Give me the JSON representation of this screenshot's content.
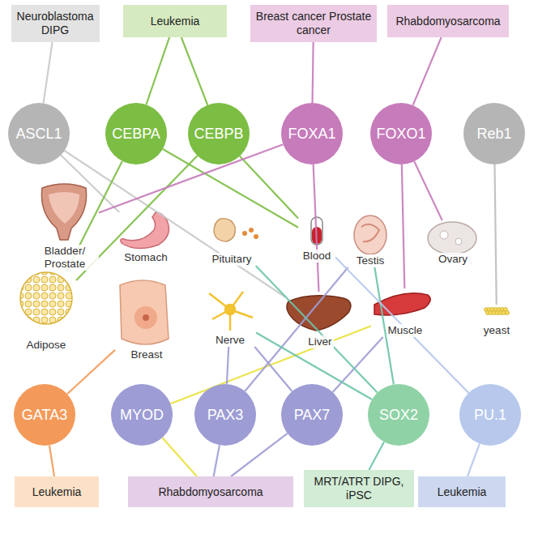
{
  "diagram": {
    "nodes": [
      {
        "text": [
          "Neuroblastoma DIPG"
        ]
      },
      {
        "text": [
          "Leukemia"
        ]
      },
      {
        "text": [
          "Breast cancer Prostate cancer"
        ]
      },
      {
        "text": [
          "Rhabdomyosarcoma"
        ]
      },
      {
        "text": [
          "ASCL1"
        ]
      },
      {
        "text": [
          "CEBPA"
        ]
      },
      {
        "text": [
          "CEBPB"
        ]
      },
      {
        "text": [
          "FOXA1"
        ]
      },
      {
        "text": [
          "FOXO1"
        ]
      },
      {
        "text": [
          "Reb1"
        ]
      },
      {
        "text": [
          "Bladder/ Prostate"
        ]
      },
      {
        "text": [
          "Stomach"
        ]
      },
      {
        "text": [
          "Pituitary"
        ]
      },
      {
        "text": [
          "Blood"
        ]
      },
      {
        "text": [
          "Testis"
        ]
      },
      {
        "text": [
          "Ovary"
        ]
      },
      {
        "text": [
          "Adipose"
        ]
      },
      {
        "text": [
          "Breast"
        ]
      },
      {
        "text": [
          "Nerve"
        ]
      },
      {
        "text": [
          "Liver"
        ]
      },
      {
        "text": [
          "Muscle"
        ]
      },
      {
        "text": [
          "yeast"
        ]
      },
      {
        "text": [
          "GATA3"
        ]
      },
      {
        "text": [
          "MYOD"
        ]
      },
      {
        "text": [
          "PAX3"
        ]
      },
      {
        "text": [
          "PAX7"
        ]
      },
      {
        "text": [
          "SOX2"
        ]
      },
      {
        "text": [
          "PU.1"
        ]
      },
      {
        "text": [
          "Leukemia"
        ]
      },
      {
        "text": [
          "Rhabdomyosarcoma"
        ]
      },
      {
        "text": [
          "MRT/ATRT DIPG, iPSC"
        ]
      },
      {
        "text": [
          "Leukemia"
        ]
      }
    ],
    "edges": [
      {
        "from": 4,
        "to": 0,
        "arrow": "none"
      },
      {
        "from": 5,
        "to": 1,
        "arrow": "none"
      },
      {
        "from": 6,
        "to": 1,
        "arrow": "none"
      },
      {
        "from": 7,
        "to": 2,
        "arrow": "none"
      },
      {
        "from": 8,
        "to": 3,
        "arrow": "none"
      },
      {
        "from": 4,
        "to": 11,
        "arrow": "none"
      },
      {
        "from": 4,
        "to": 19,
        "arrow": "none"
      },
      {
        "from": 5,
        "to": 13,
        "arrow": "none"
      },
      {
        "from": 5,
        "to": 16,
        "arrow": "none"
      },
      {
        "from": 6,
        "to": 16,
        "arrow": "none"
      },
      {
        "from": 6,
        "to": 13,
        "arrow": "none"
      },
      {
        "from": 7,
        "to": 10,
        "arrow": "none"
      },
      {
        "from": 7,
        "to": 19,
        "arrow": "none"
      },
      {
        "from": 8,
        "to": 15,
        "arrow": "none"
      },
      {
        "from": 8,
        "to": 20,
        "arrow": "none"
      },
      {
        "from": 9,
        "to": 21,
        "arrow": "none"
      },
      {
        "from": 22,
        "to": 17,
        "arrow": "none"
      },
      {
        "from": 23,
        "to": 20,
        "arrow": "none"
      },
      {
        "from": 24,
        "to": 18,
        "arrow": "none"
      },
      {
        "from": 24,
        "to": 14,
        "arrow": "none"
      },
      {
        "from": 25,
        "to": 18,
        "arrow": "none"
      },
      {
        "from": 25,
        "to": 20,
        "arrow": "none"
      },
      {
        "from": 26,
        "to": 12,
        "arrow": "none"
      },
      {
        "from": 26,
        "to": 18,
        "arrow": "none"
      },
      {
        "from": 26,
        "to": 14,
        "arrow": "none"
      },
      {
        "from": 27,
        "to": 13,
        "arrow": "none"
      },
      {
        "from": 22,
        "to": 28,
        "arrow": "none"
      },
      {
        "from": 23,
        "to": 29,
        "arrow": "none"
      },
      {
        "from": 24,
        "to": 29,
        "arrow": "none"
      },
      {
        "from": 25,
        "to": 29,
        "arrow": "none"
      },
      {
        "from": 26,
        "to": 30,
        "arrow": "none"
      },
      {
        "from": 27,
        "to": 31,
        "arrow": "none"
      }
    ]
  }
}
